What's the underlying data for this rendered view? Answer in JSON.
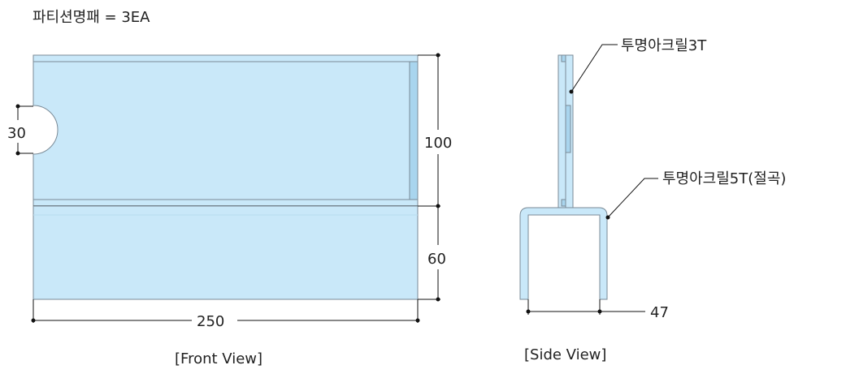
{
  "title": "파티션명패 = 3EA",
  "front_view": {
    "caption": "[Front View]",
    "width_label": "250",
    "upper_height_label": "100",
    "lower_height_label": "60",
    "hole_label": "30"
  },
  "side_view": {
    "caption": "[Side View]",
    "depth_label": "47",
    "callout_top": "투명아크릴3T",
    "callout_bottom": "투명아크릴5T(절곡)"
  },
  "colors": {
    "acrylic_fill": "#c9e8f9",
    "acrylic_edge": "#a9d5ee",
    "outline": "#7a8a96",
    "dimension": "#111111"
  }
}
